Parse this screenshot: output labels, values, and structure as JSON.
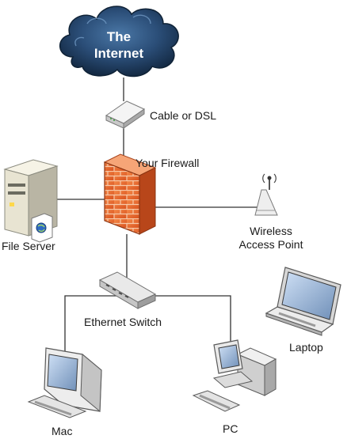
{
  "diagram": {
    "internet": {
      "line1": "The",
      "line2": "Internet"
    },
    "modem": {
      "label": "Cable or DSL"
    },
    "firewall": {
      "label": "Your Firewall"
    },
    "file_server": {
      "label": "File Server"
    },
    "wireless": {
      "line1": "Wireless",
      "line2": "Access Point"
    },
    "switch": {
      "label": "Ethernet Switch"
    },
    "laptop": {
      "label": "Laptop"
    },
    "mac": {
      "label": "Mac"
    },
    "pc": {
      "label": "PC"
    }
  },
  "colors": {
    "cloud": "#1f3b5c",
    "cloud_highlight": "#4a77a6",
    "firewall_brick": "#e8622a",
    "firewall_mortar": "#f7c9a8",
    "line": "#333333",
    "device_gray": "#d9d9d9"
  }
}
